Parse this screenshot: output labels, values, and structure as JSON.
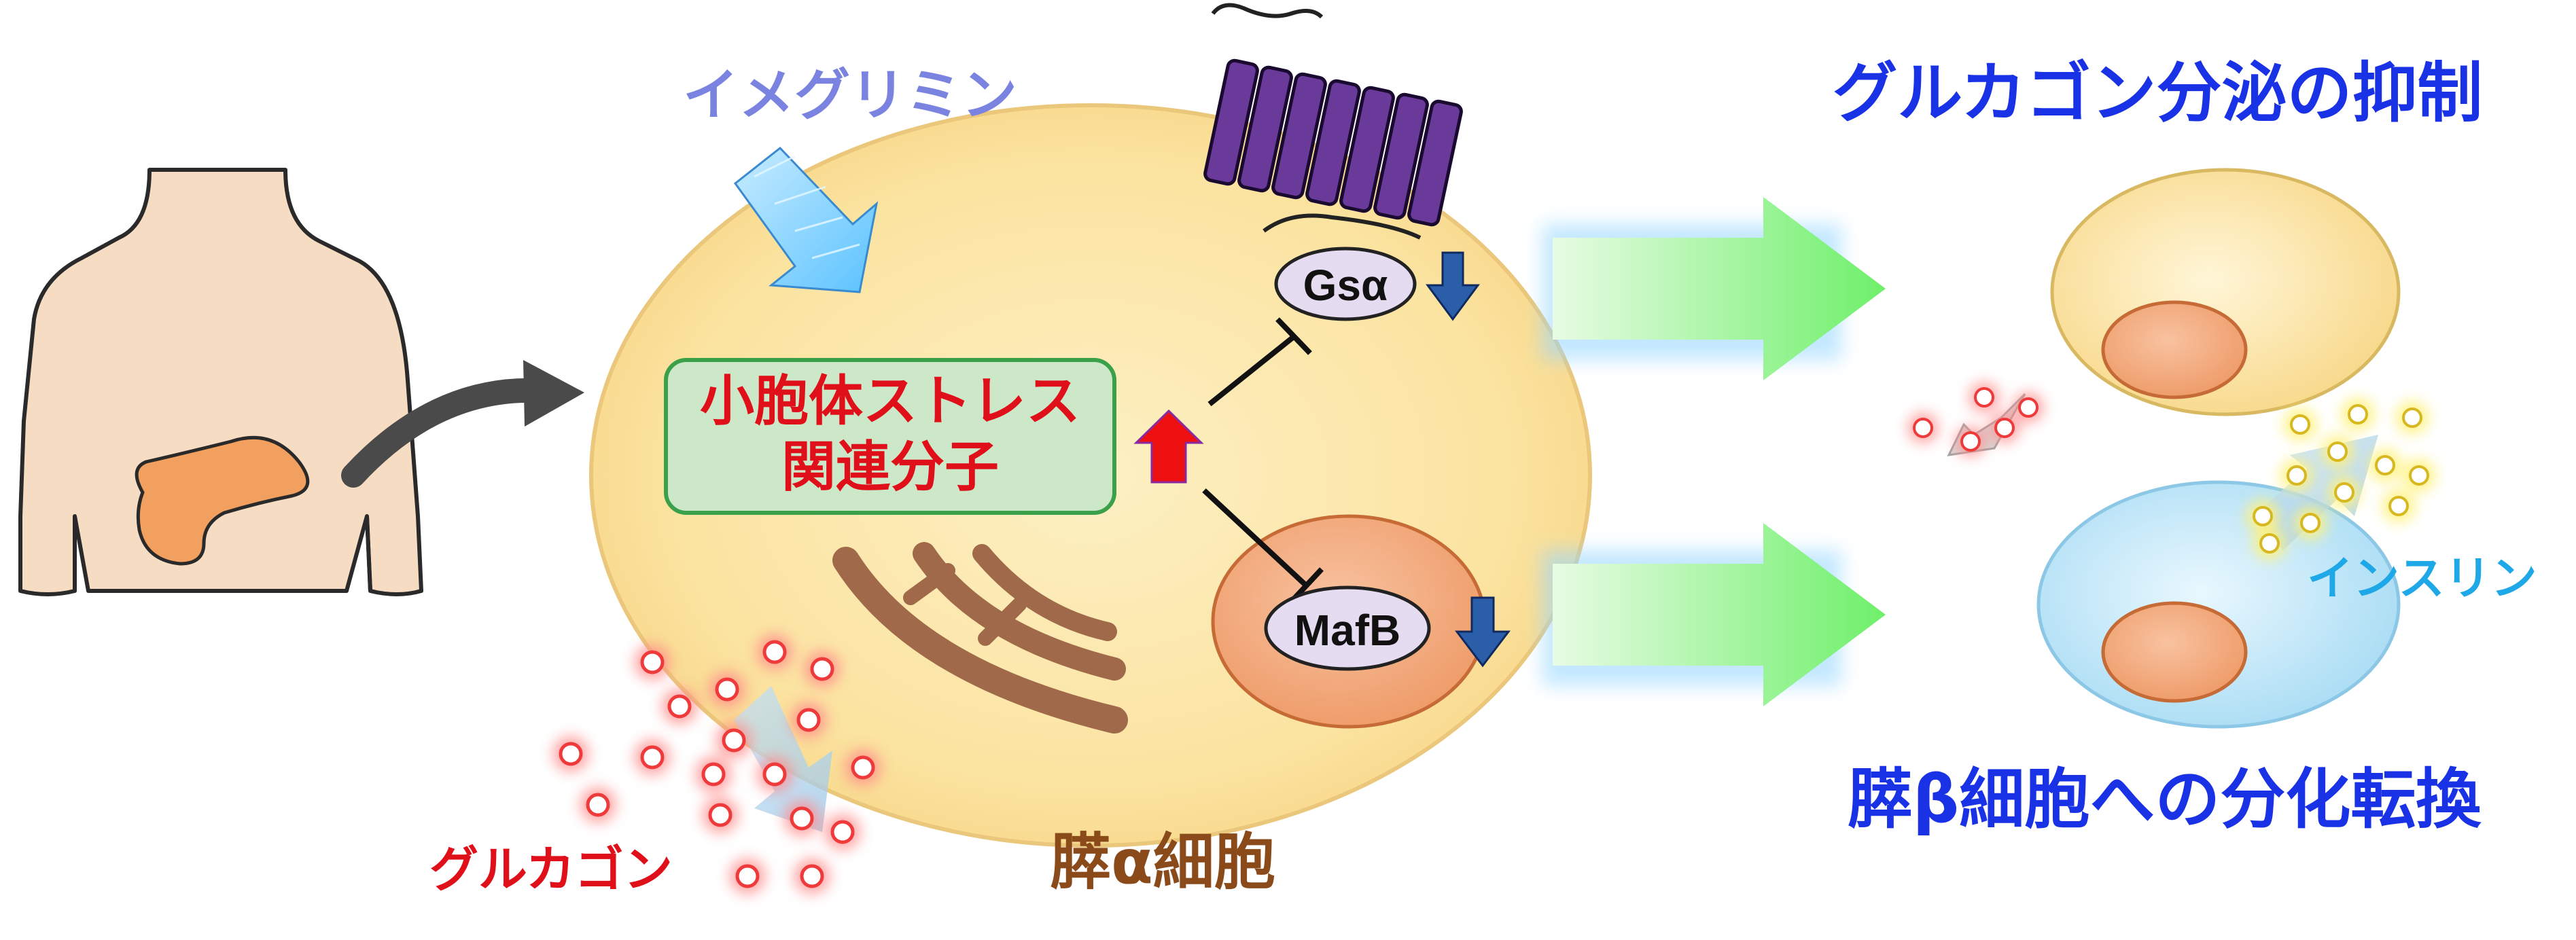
{
  "labels": {
    "imeglimin": "イメグリミン",
    "er_stress_line1": "小胞体ストレス",
    "er_stress_line2": "関連分子",
    "gsa": "Gsα",
    "mafb": "MafB",
    "glucagon": "グルカゴン",
    "alpha_cell": "膵α細胞",
    "suppression": "グルカゴン分泌の抑制",
    "insulin": "インスリン",
    "transdiff": "膵β細胞への分化転換"
  },
  "colors": {
    "imeglimin_text": "#7a84e0",
    "er_stress_text": "#e0101a",
    "alpha_label_text": "#8a4a1a",
    "result_title_text": "#1a32e6",
    "insulin_text": "#1ea8e8",
    "glucagon_text": "#e0101a",
    "alpha_cell_fill": "#fbe7a8",
    "beta_cell_fill": "#cfeefb",
    "nucleus_fill": "#f2a878",
    "receptor_fill": "#6a3a9a",
    "er_box_fill": "#cde8c8",
    "er_box_stroke": "#3aa04a",
    "green_arrow": "#7cf07c",
    "down_arrow": "#2a5ea8",
    "up_arrow": "#ee1010"
  },
  "icons": {
    "body": "human-torso-icon",
    "pancreas": "pancreas-icon",
    "receptor": "gpcr-receptor-icon",
    "er": "endoplasmic-reticulum-icon"
  }
}
